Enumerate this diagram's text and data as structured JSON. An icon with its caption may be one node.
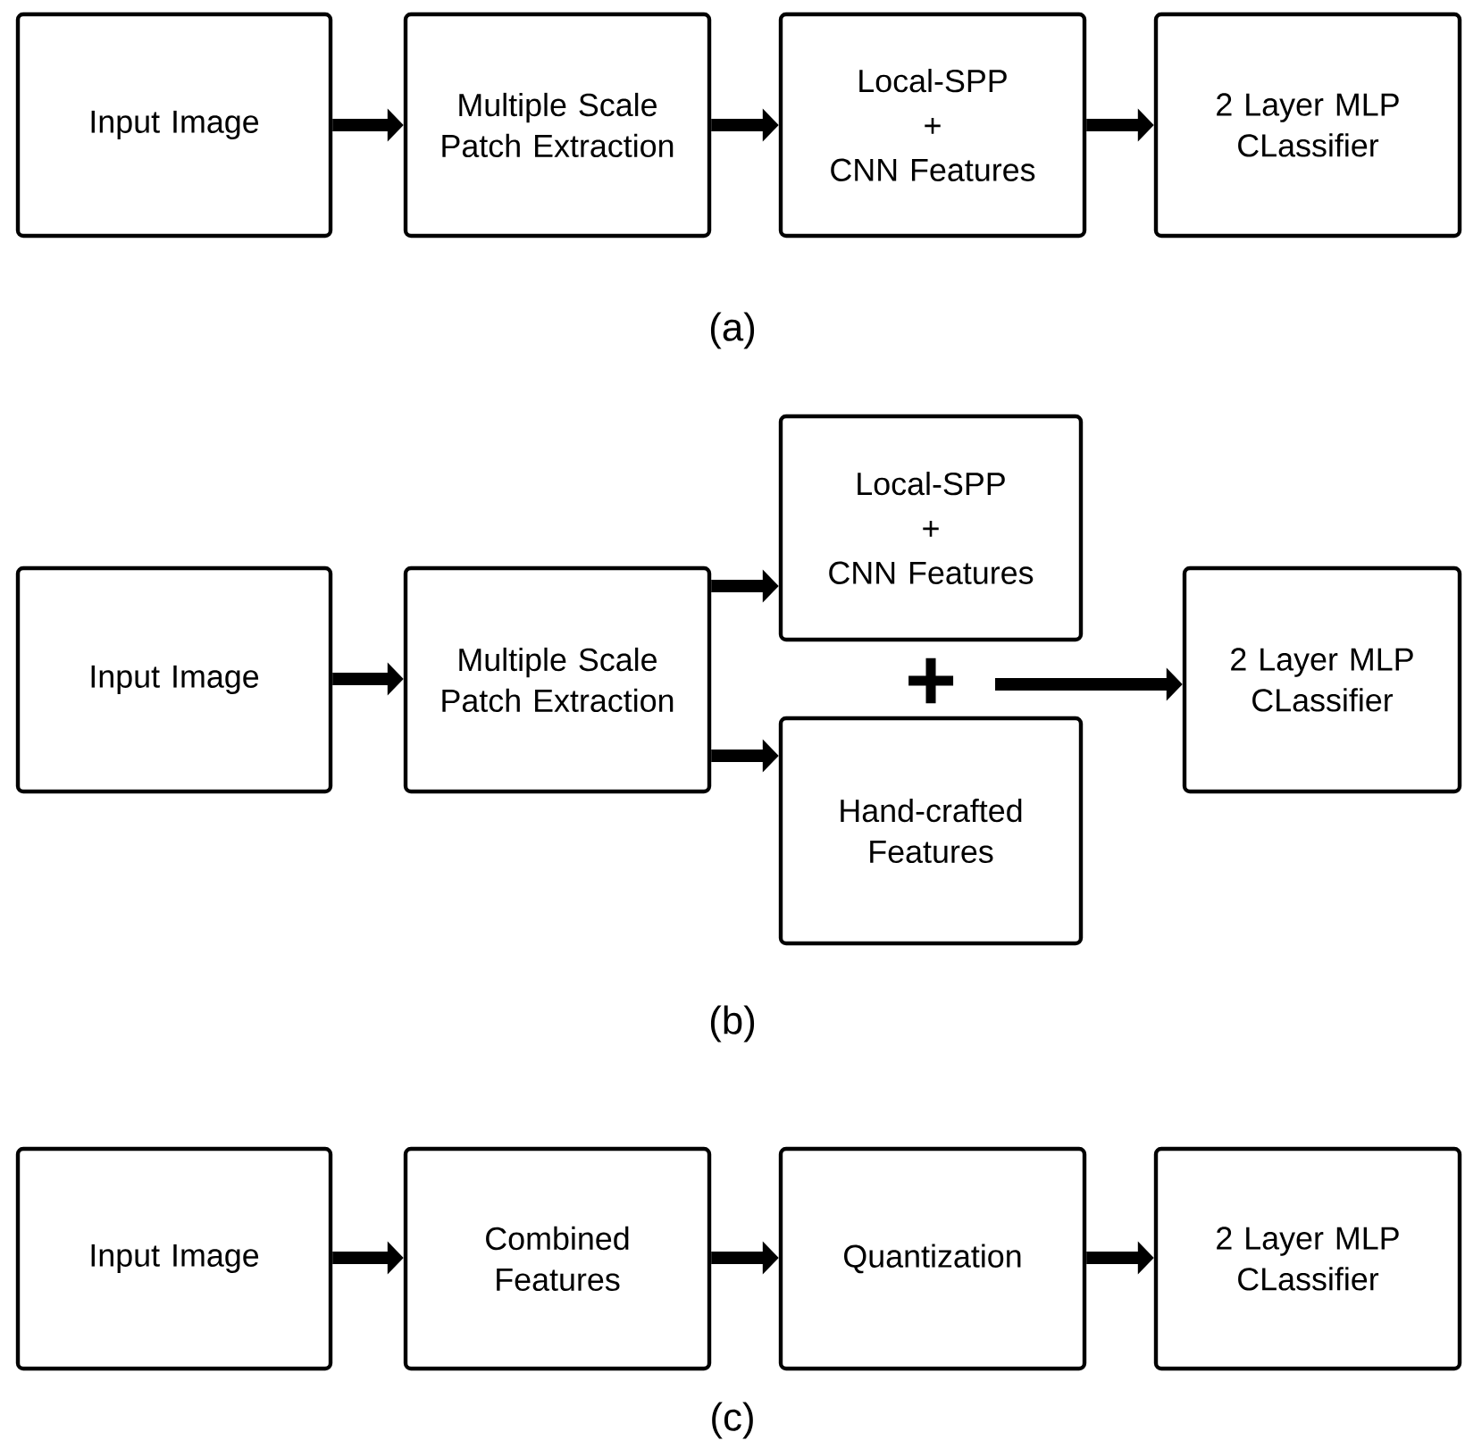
{
  "diagram": {
    "nodes": [
      {
        "text": [
          "Input Image"
        ]
      },
      {
        "text": [
          "Multiple Scale Patch Extraction"
        ]
      },
      {
        "text": [
          "Local-SPP",
          "+",
          "CNN Features"
        ]
      },
      {
        "text": [
          "2 Layer MLP CLassifier"
        ]
      },
      {
        "text": [
          "Input Image"
        ]
      },
      {
        "text": [
          "Multiple Scale Patch Extraction"
        ]
      },
      {
        "text": [
          "Local-SPP",
          "+",
          "CNN Features"
        ]
      },
      {
        "text": [
          "Hand-crafted Features"
        ]
      },
      {
        "text": [
          "+"
        ]
      },
      {
        "text": [
          "2 Layer MLP CLassifier"
        ]
      },
      {
        "text": [
          "Input Image"
        ]
      },
      {
        "text": [
          "Combined Features"
        ]
      },
      {
        "text": [
          "Quantization"
        ]
      },
      {
        "text": [
          "2 Layer MLP CLassifier"
        ]
      }
    ],
    "edges": [
      {
        "from": 0,
        "to": 1,
        "arrow": "to"
      },
      {
        "from": 1,
        "to": 2,
        "arrow": "to"
      },
      {
        "from": 2,
        "to": 3,
        "arrow": "to"
      },
      {
        "from": 4,
        "to": 5,
        "arrow": "to"
      },
      {
        "from": 5,
        "to": 6,
        "arrow": "to"
      },
      {
        "from": 5,
        "to": 7,
        "arrow": "to"
      },
      {
        "from": 8,
        "to": 9,
        "arrow": "to"
      },
      {
        "from": 10,
        "to": 11,
        "arrow": "to"
      },
      {
        "from": 11,
        "to": 12,
        "arrow": "to"
      },
      {
        "from": 12,
        "to": 13,
        "arrow": "to"
      }
    ],
    "labels": [
      "(a)",
      "(b)",
      "(c)"
    ]
  }
}
